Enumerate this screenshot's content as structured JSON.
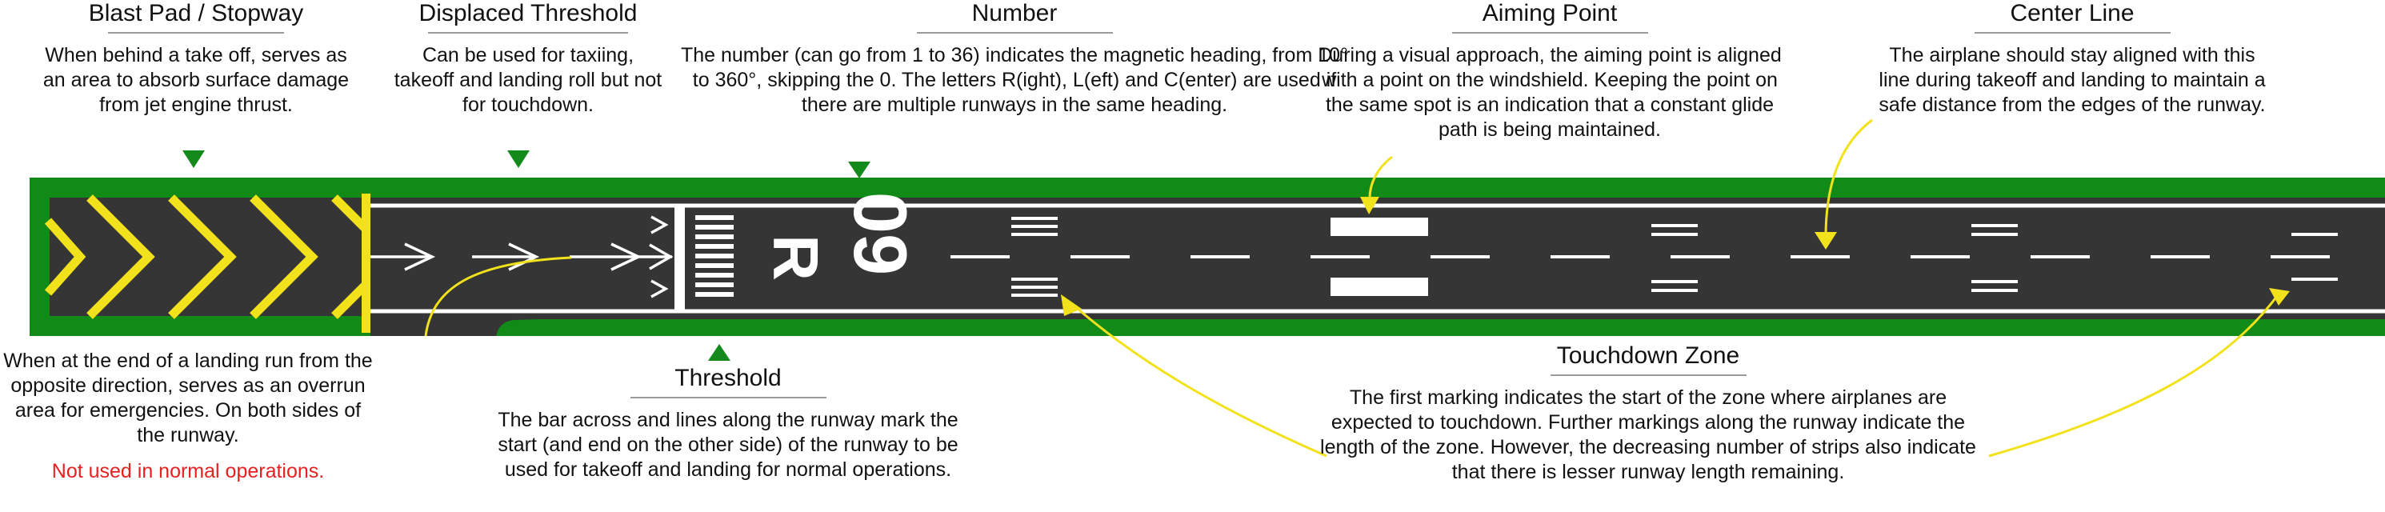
{
  "sections": {
    "blast_pad": {
      "title": "Blast Pad / Stopway",
      "description": "When behind a take off, serves as an area to absorb surface damage from jet engine thrust.",
      "description_below": "When at the end of a landing run from the opposite direction, serves as an overrun area for emergencies. On both sides of the runway.",
      "warning": "Not used in normal operations."
    },
    "displaced_threshold": {
      "title": "Displaced Threshold",
      "description": "Can be used for taxiing, takeoff and landing roll but not for touchdown."
    },
    "number": {
      "title": "Number",
      "description": "The number (can go from 1 to 36) indicates the magnetic heading, from 10° to 360°, skipping the 0. The letters R(ight), L(eft) and C(enter) are used if there are multiple runways in the same heading."
    },
    "aiming_point": {
      "title": "Aiming Point",
      "description": "During a visual approach, the aiming point is aligned with a point on the windshield. Keeping the point on the same spot is an indication that a constant glide path is being maintained."
    },
    "center_line": {
      "title": "Center Line",
      "description": "The airplane should stay aligned with this line during takeoff and landing to maintain a safe distance from the edges of the runway."
    },
    "threshold": {
      "title": "Threshold",
      "description": "The bar across and lines along the runway mark the start (and end on the other side) of the runway to be used for takeoff and landing for normal operations."
    },
    "touchdown_zone": {
      "title": "Touchdown Zone",
      "description": "The first marking indicates the start of the zone where airplanes are expected to touchdown. Further markings along the runway indicate the length of the zone. However, the decreasing number of strips also indicate that there is lesser runway length remaining."
    }
  },
  "runway": {
    "number": "09",
    "letter": "R"
  },
  "colors": {
    "grass": "#118a17",
    "asphalt": "#353535",
    "marking": "#ffffff",
    "chevron": "#f2e21c",
    "arrow_callout": "#f2e21c",
    "pointer": "#138a1b",
    "warning": "#e82020"
  }
}
